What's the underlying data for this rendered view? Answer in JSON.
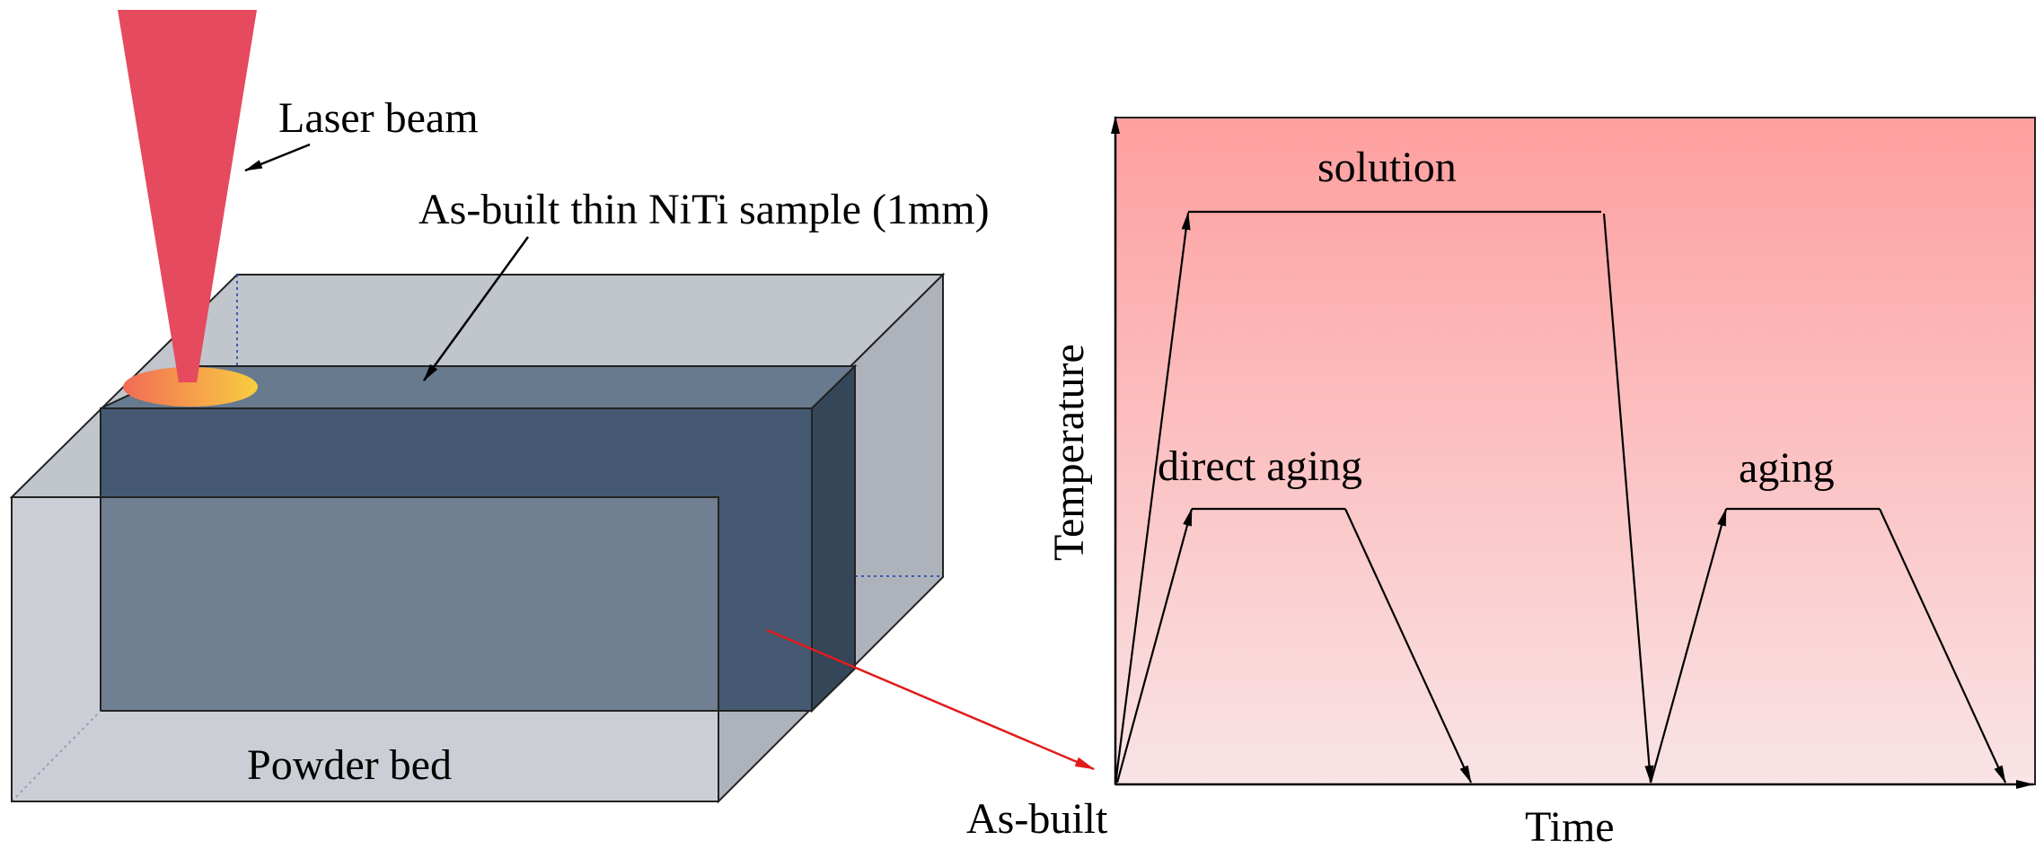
{
  "left_panel": {
    "laser_label": "Laser beam",
    "sample_label": "As-built thin NiTi sample (1mm)",
    "bed_label": "Powder bed"
  },
  "right_panel": {
    "y_axis_label": "Temperature",
    "x_axis_label": "Time",
    "origin_label": "As-built",
    "stage_labels": {
      "solution": "solution",
      "direct_aging": "direct aging",
      "aging": "aging"
    }
  },
  "colors": {
    "laser": "#e54a5e",
    "spot_start": "#f26a57",
    "spot_end": "#f8cf3f",
    "box_face": "#b7bcc4",
    "sample_front": "#42536b",
    "sample_top": "#687a8e",
    "sample_side": "#35475b",
    "gradient_top": "#fe9f9f",
    "gradient_bottom": "#f9e4e6",
    "pointer_red": "#e21b1b"
  }
}
